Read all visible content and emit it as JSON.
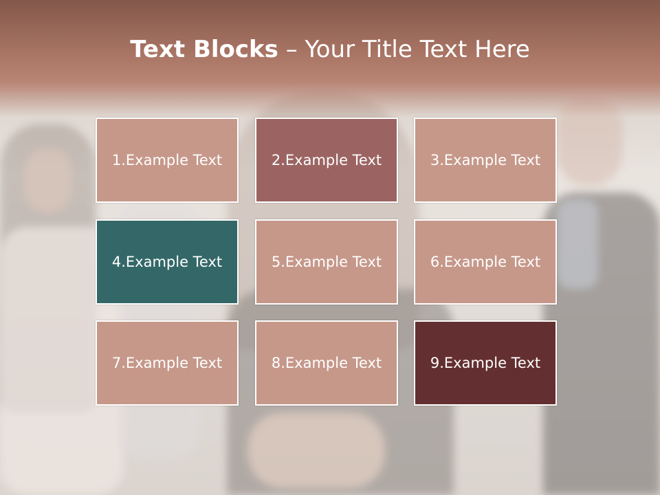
{
  "title": {
    "bold": "Text Blocks",
    "rest": " – Your Title Text Here"
  },
  "tiles": [
    {
      "label": "1.Example Text",
      "color": "#c6988a"
    },
    {
      "label": "2.Example Text",
      "color": "#9b6462"
    },
    {
      "label": "3.Example Text",
      "color": "#c6988a"
    },
    {
      "label": "4.Example Text",
      "color": "#346868"
    },
    {
      "label": "5.Example Text",
      "color": "#c6988a"
    },
    {
      "label": "6.Example Text",
      "color": "#c6988a"
    },
    {
      "label": "7.Example Text",
      "color": "#c6988a"
    },
    {
      "label": "8.Example Text",
      "color": "#c6988a"
    },
    {
      "label": "9.Example Text",
      "color": "#642f30"
    }
  ]
}
